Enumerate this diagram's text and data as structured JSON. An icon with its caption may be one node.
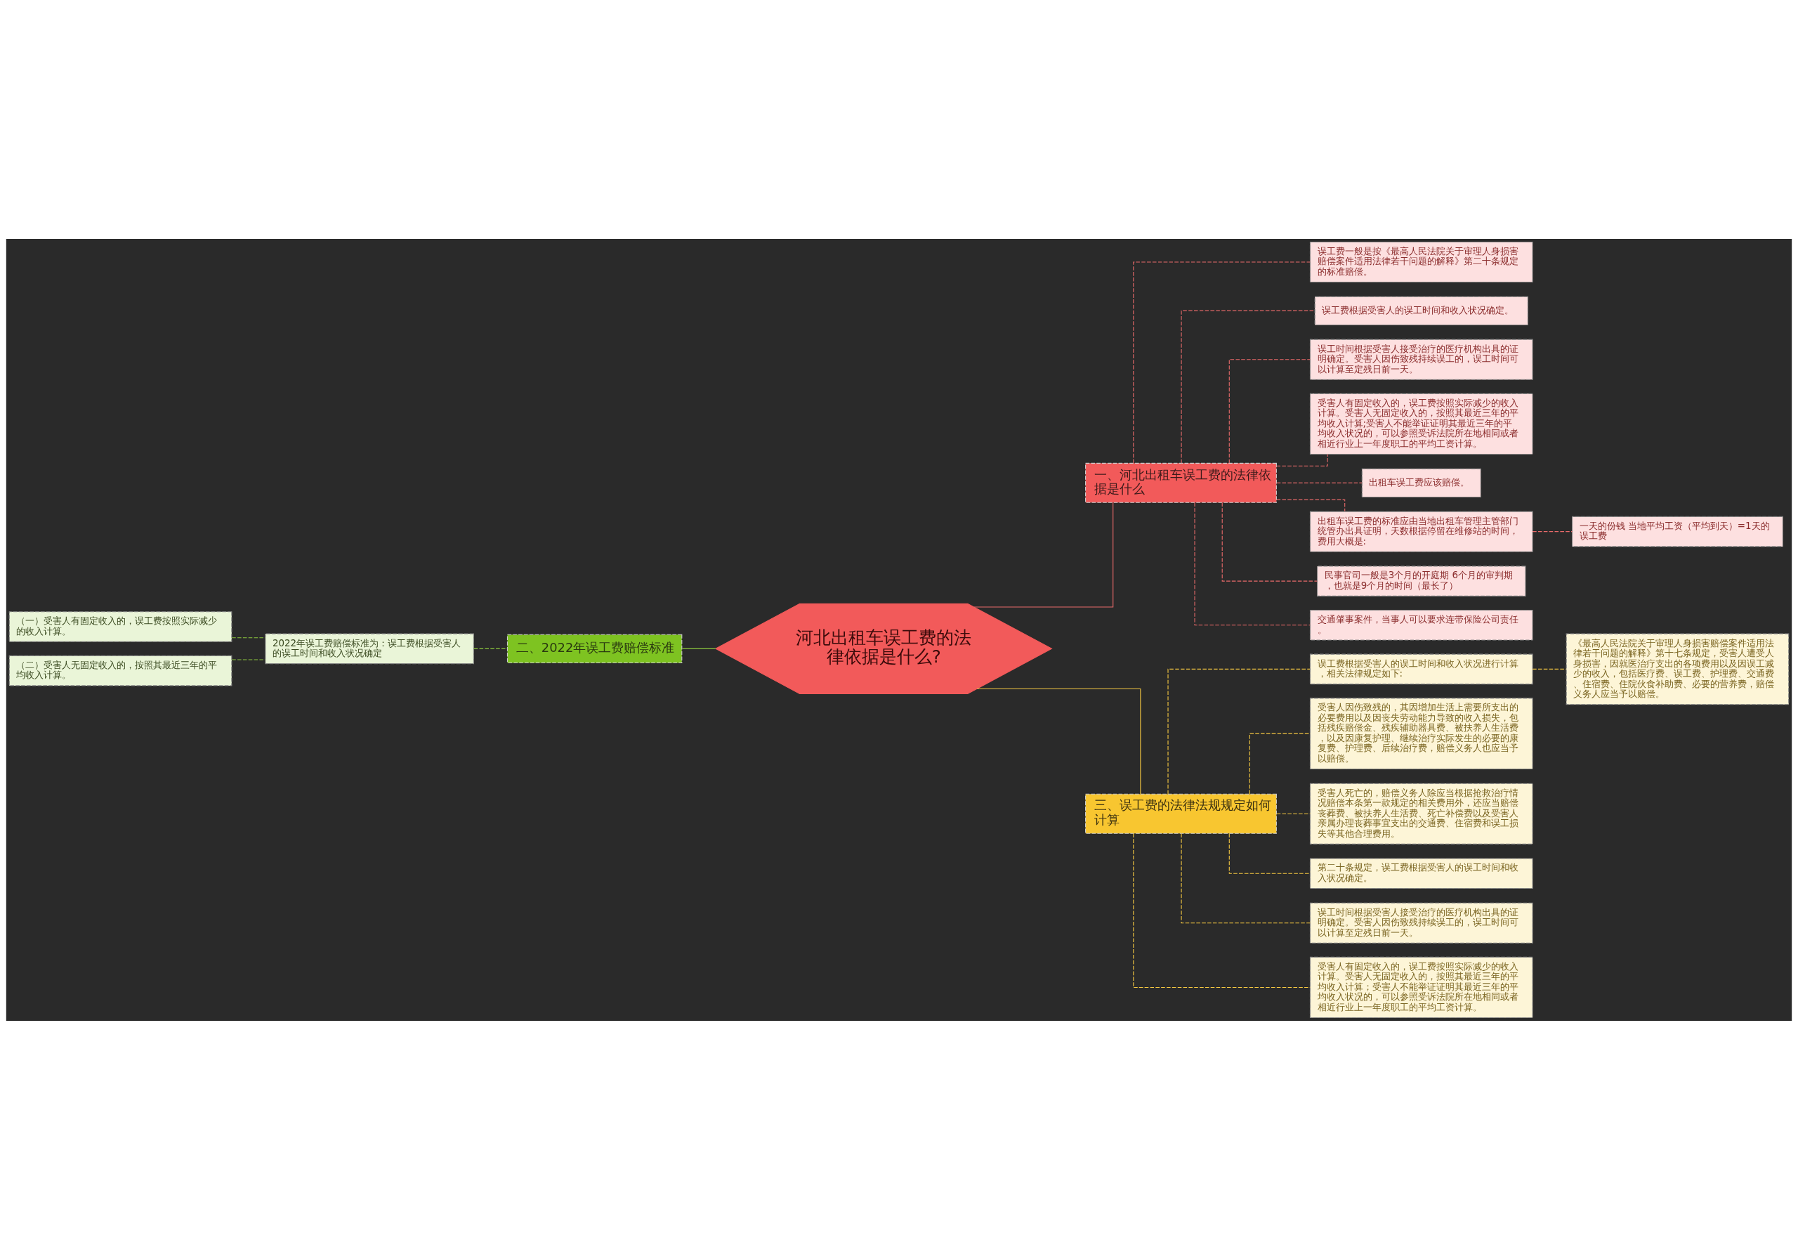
{
  "diagram": {
    "nodes": [
      {
        "text": [
          "河北出租车误工费的法律依据是什么?"
        ]
      },
      {
        "text": [
          "一、河北出租车误工费的法律依据是什么"
        ]
      },
      {
        "text": [
          "误工费一般是按《最高人民法院关于审理人身损害赔偿案件适用法律若干问题的解释》第二十条规定的标准赔偿。"
        ]
      },
      {
        "text": [
          "误工费根据受害人的误工时间和收入状况确定。"
        ]
      },
      {
        "text": [
          "误工时间根据受害人接受治疗的医疗机构出具的证明确定。受害人因伤致残持续误工的，误工时间可以计算至定残日前一天。"
        ]
      },
      {
        "text": [
          "受害人有固定收入的，误工费按照实际减少的收入计算。受害人无固定收入的，按照其最近三年的平均收入计算;受害人不能举证证明其最近三年的平均收入状况的，可以参照受诉法院所在地相同或者相近行业上一年度职工的平均工资计算。"
        ]
      },
      {
        "text": [
          "出租车误工费应该赔偿。"
        ]
      },
      {
        "text": [
          "出租车误工费的标准应由当地出租车管理主管部门统管办出具证明，天数根据停留在维修站的时间，费用大概是:"
        ]
      },
      {
        "text": [
          "一天的份钱 当地平均工资（平均到天）=1天的误工费"
        ]
      },
      {
        "text": [
          "民事官司一般是3个月的开庭期 6个月的审判期，也就是9个月的时间（最长了）"
        ]
      },
      {
        "text": [
          "交通肇事案件，当事人可以要求连带保险公司责任。"
        ]
      },
      {
        "text": [
          "二、2022年误工费赔偿标准"
        ]
      },
      {
        "text": [
          "2022年误工费赔偿标准为：误工费根据受害人的误工时间和收入状况确定"
        ]
      },
      {
        "text": [
          "（一）受害人有固定收入的，误工费按照实际减少的收入计算。"
        ]
      },
      {
        "text": [
          "（二）受害人无固定收入的，按照其最近三年的平均收入计算。"
        ]
      },
      {
        "text": [
          "三、误工费的法律法规规定如何计算"
        ]
      },
      {
        "text": [
          "误工费根据受害人的误工时间和收入状况进行计算，相关法律规定如下:"
        ]
      },
      {
        "text": [
          "《最高人民法院关于审理人身损害赔偿案件适用法律若干问题的解释》第十七条规定，受害人遭受人身损害，因就医治疗支出的各项费用以及因误工减少的收入，包括医疗费、误工费、护理费、交通费、住宿费、住院伙食补助费、必要的营养费，赔偿义务人应当予以赔偿。"
        ]
      },
      {
        "text": [
          "受害人因伤致残的，其因增加生活上需要所支出的必要费用以及因丧失劳动能力导致的收入损失，包括残疾赔偿金、残疾辅助器具费、被扶养人生活费，以及因康复护理、继续治疗实际发生的必要的康复费、护理费、后续治疗费，赔偿义务人也应当予以赔偿。"
        ]
      },
      {
        "text": [
          "受害人死亡的，赔偿义务人除应当根据抢救治疗情况赔偿本条第一款规定的相关费用外，还应当赔偿丧葬费、被扶养人生活费、死亡补偿费以及受害人亲属办理丧葬事宜支出的交通费、住宿费和误工损失等其他合理费用。"
        ]
      },
      {
        "text": [
          "第二十条规定，误工费根据受害人的误工时间和收入状况确定。"
        ]
      },
      {
        "text": [
          "误工时间根据受害人接受治疗的医疗机构出具的证明确定。受害人因伤致残持续误工的，误工时间可以计算至定残日前一天。"
        ]
      },
      {
        "text": [
          "受害人有固定收入的，误工费按照实际减少的收入计算。受害人无固定收入的，按照其最近三年的平均收入计算；受害人不能举证证明其最近三年的平均收入状况的，可以参照受诉法院所在地相同或者相近行业上一年度职工的平均工资计算。"
        ]
      }
    ],
    "edges": [
      {
        "from": 0,
        "to": 1,
        "arrow": "none"
      },
      {
        "from": 1,
        "to": 2,
        "arrow": "none",
        "style": "dashed"
      },
      {
        "from": 1,
        "to": 3,
        "arrow": "none",
        "style": "dashed"
      },
      {
        "from": 1,
        "to": 4,
        "arrow": "none",
        "style": "dashed"
      },
      {
        "from": 1,
        "to": 5,
        "arrow": "none",
        "style": "dashed"
      },
      {
        "from": 1,
        "to": 6,
        "arrow": "none",
        "style": "dashed"
      },
      {
        "from": 1,
        "to": 7,
        "arrow": "none",
        "style": "dashed"
      },
      {
        "from": 7,
        "to": 8,
        "arrow": "none",
        "style": "dashed"
      },
      {
        "from": 1,
        "to": 9,
        "arrow": "none",
        "style": "dashed"
      },
      {
        "from": 1,
        "to": 10,
        "arrow": "none",
        "style": "dashed"
      },
      {
        "from": 0,
        "to": 11,
        "arrow": "none",
        "color": "#8cc63f"
      },
      {
        "from": 11,
        "to": 12,
        "arrow": "none",
        "style": "dashed",
        "color": "#8cc63f"
      },
      {
        "from": 12,
        "to": 13,
        "arrow": "none",
        "style": "dashed",
        "color": "#8cc63f"
      },
      {
        "from": 12,
        "to": 14,
        "arrow": "none",
        "style": "dashed",
        "color": "#8cc63f"
      },
      {
        "from": 0,
        "to": 15,
        "arrow": "none",
        "color": "#f5c842"
      },
      {
        "from": 15,
        "to": 16,
        "arrow": "none",
        "style": "dashed",
        "color": "#f5c842"
      },
      {
        "from": 16,
        "to": 17,
        "arrow": "none",
        "style": "dashed",
        "color": "#f5c842"
      },
      {
        "from": 15,
        "to": 18,
        "arrow": "none",
        "style": "dashed",
        "color": "#f5c842"
      },
      {
        "from": 15,
        "to": 19,
        "arrow": "none",
        "style": "dashed",
        "color": "#f5c842"
      },
      {
        "from": 15,
        "to": 20,
        "arrow": "none",
        "style": "dashed",
        "color": "#f5c842"
      },
      {
        "from": 15,
        "to": 21,
        "arrow": "none",
        "style": "dashed",
        "color": "#f5c842"
      },
      {
        "from": 15,
        "to": 22,
        "arrow": "none",
        "style": "dashed",
        "color": "#f5c842"
      }
    ]
  }
}
